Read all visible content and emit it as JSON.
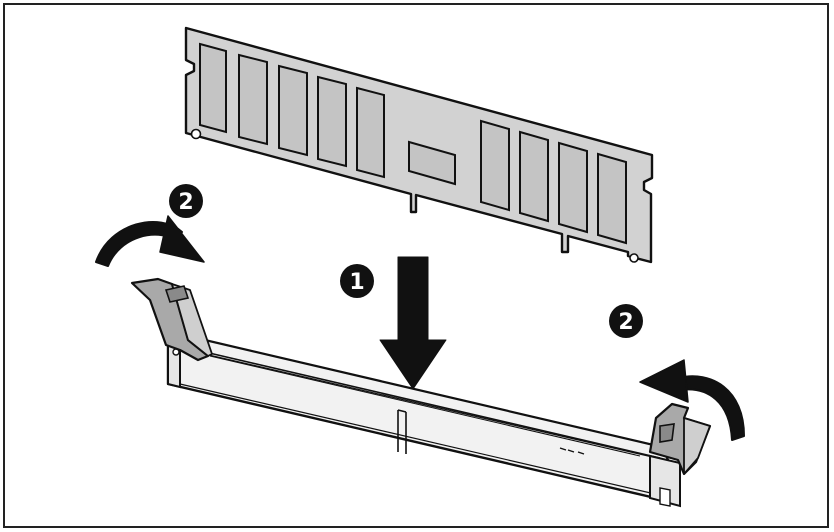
{
  "diagram": {
    "steps": [
      {
        "id": "step-1",
        "label": "1"
      },
      {
        "id": "step-2-left",
        "label": "2"
      },
      {
        "id": "step-2-right",
        "label": "2"
      }
    ],
    "colors": {
      "module_fill": "#d2d2d2",
      "chip_fill": "#c4c4c4",
      "slot_fill": "#f2f2f2",
      "latch_fill": "#a9a9a9",
      "ink": "#111111",
      "badge": "#111111"
    }
  }
}
